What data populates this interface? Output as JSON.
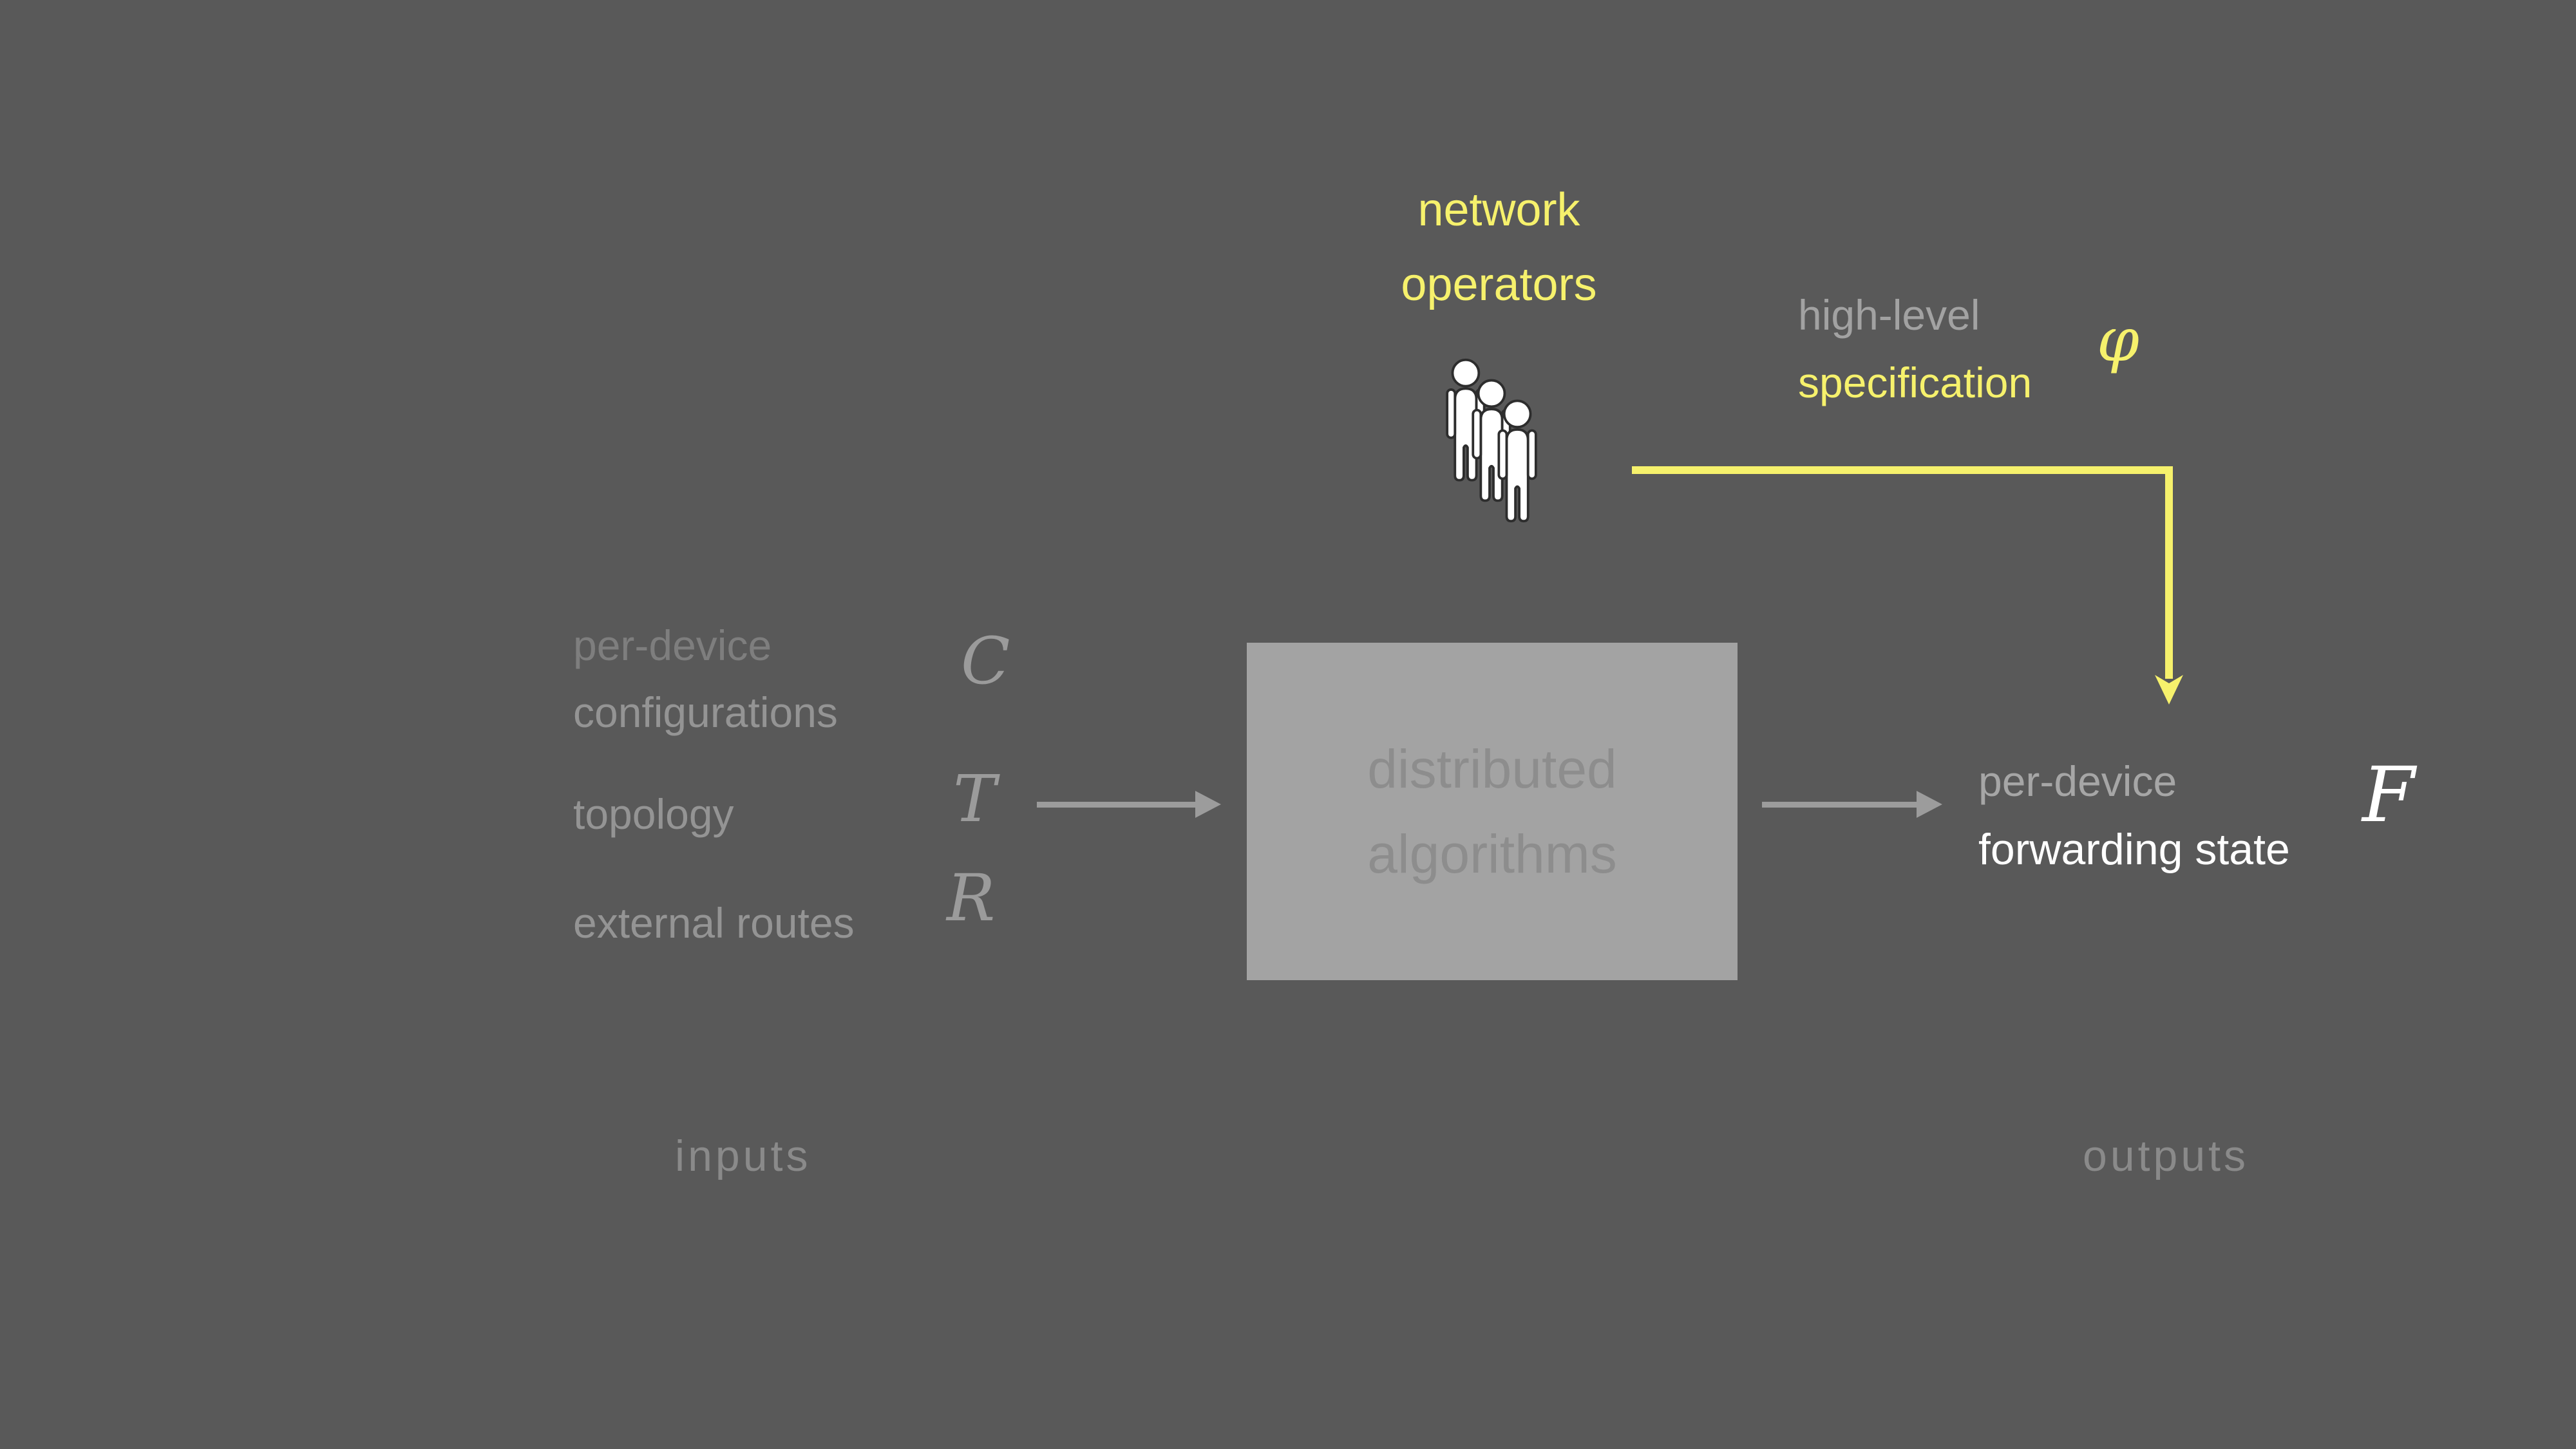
{
  "slide": {
    "background_color": "#595959",
    "accent_yellow": "#f6f16c",
    "gray_text": "#949494",
    "white_text": "#ffffff",
    "box_fill": "#a3a3a3"
  },
  "operators": {
    "line1": "network",
    "line2": "operators",
    "icon": "people-group-icon"
  },
  "spec": {
    "line1": "high-level",
    "line2": "specification",
    "symbol": "φ"
  },
  "inputs": {
    "caption": "inputs",
    "row1": {
      "line1": "per-device",
      "line2": "configurations",
      "symbol": "C"
    },
    "row2": {
      "label": "topology",
      "symbol": "T"
    },
    "row3": {
      "label": "external routes",
      "symbol": "R"
    }
  },
  "process": {
    "line1": "distributed",
    "line2": "algorithms"
  },
  "outputs": {
    "caption": "outputs",
    "line1": "per-device",
    "line2": "forwarding state",
    "symbol": "F"
  }
}
